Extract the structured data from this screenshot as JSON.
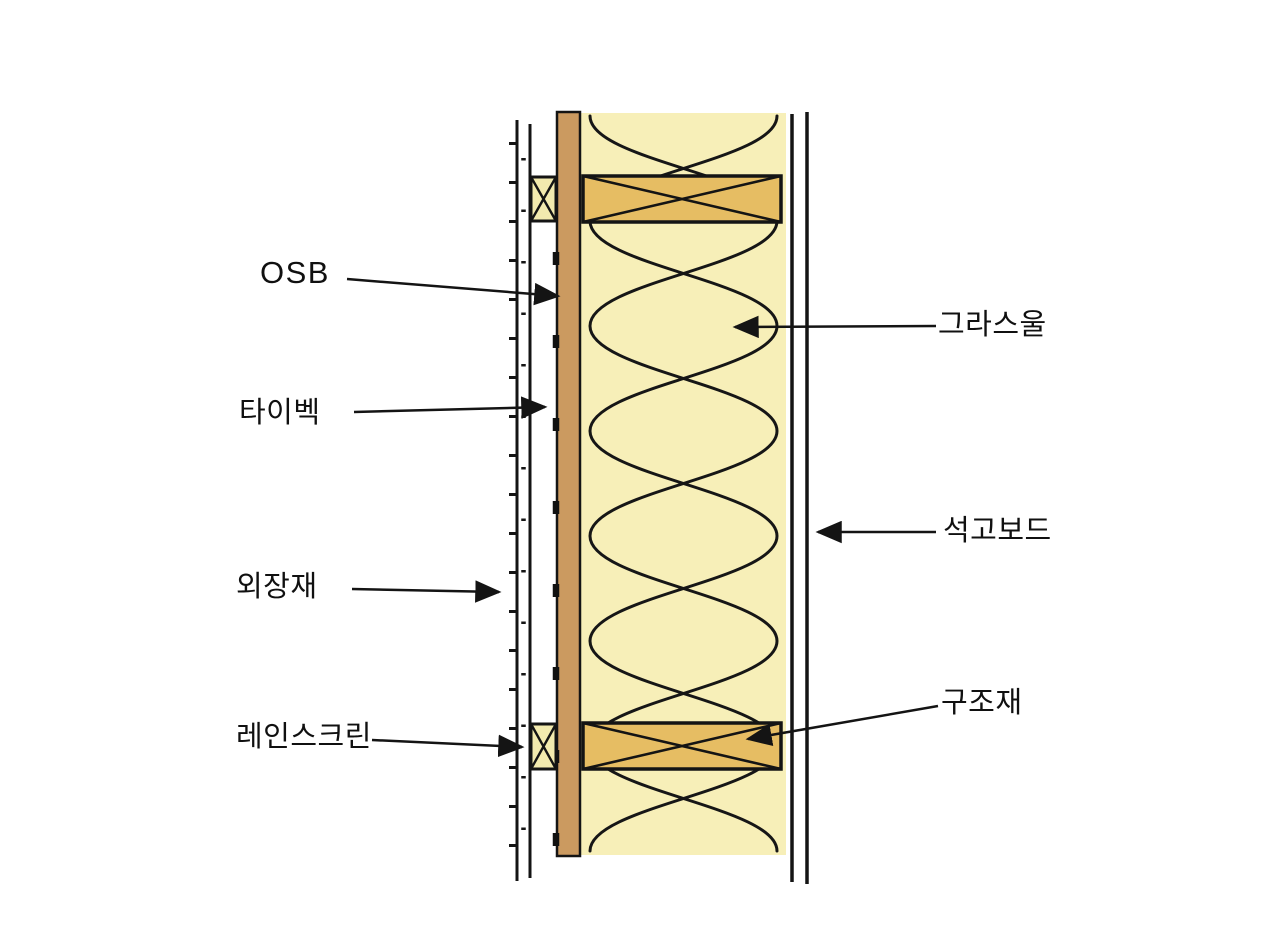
{
  "diagram": {
    "type": "wall-cross-section",
    "labels": {
      "osb": "OSB",
      "tyvek": "타이벡",
      "cladding": "외장재",
      "rainscreen": "레인스크린",
      "glasswool": "그라스울",
      "gypsum": "석고보드",
      "stud": "구조재"
    },
    "colors": {
      "line": "#141414",
      "insulation_fill": "#f7efb8",
      "osb_fill": "#cb9a60",
      "stud_fill": "#e6bd63",
      "batten_fill": "#f2eaae"
    }
  }
}
